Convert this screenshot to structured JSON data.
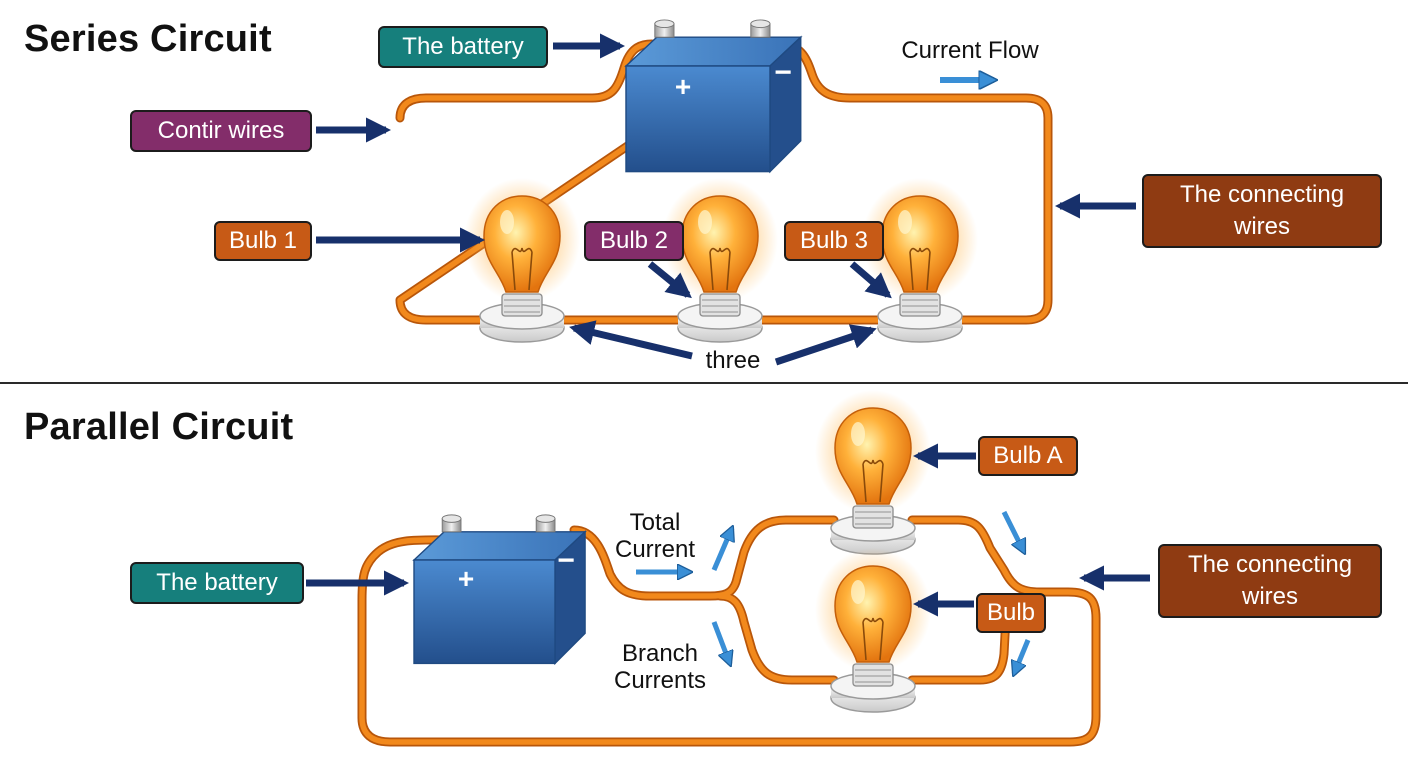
{
  "series": {
    "title": "Series Circuit",
    "labels": {
      "battery": "The battery",
      "wires_left": "Contir wires",
      "current_flow": "Current Flow",
      "bulb1": "Bulb 1",
      "bulb2": "Bulb 2",
      "bulb3": "Bulb 3",
      "wires_right": "The connecting\nwires",
      "three": "three"
    },
    "battery_terminals": {
      "positive": "+",
      "negative": "−"
    }
  },
  "parallel": {
    "title": "Parallel Circuit",
    "labels": {
      "battery": "The battery",
      "total_current": "Total\nCurrent",
      "branch_currents": "Branch\nCurrents",
      "bulb_a": "Bulb A",
      "bulb_b": "Bulb",
      "wires_right": "The connecting\nwires"
    },
    "battery_terminals": {
      "positive": "+",
      "negative": "−"
    }
  },
  "colors": {
    "wire": "#f2891c",
    "wire_outline": "#b8560a",
    "arrow_dark": "#17306b",
    "arrow_light": "#3a8fd6",
    "battery": "#2f6bb0",
    "bulb_glow": "#ffa92e",
    "label_teal": "#167f7c",
    "label_purple": "#832d6a",
    "label_orange": "#c75a16",
    "label_brown": "#8f3b12"
  },
  "icons": [
    "battery-icon",
    "light-bulb-icon",
    "arrow-icon",
    "current-flow-arrow-icon"
  ]
}
